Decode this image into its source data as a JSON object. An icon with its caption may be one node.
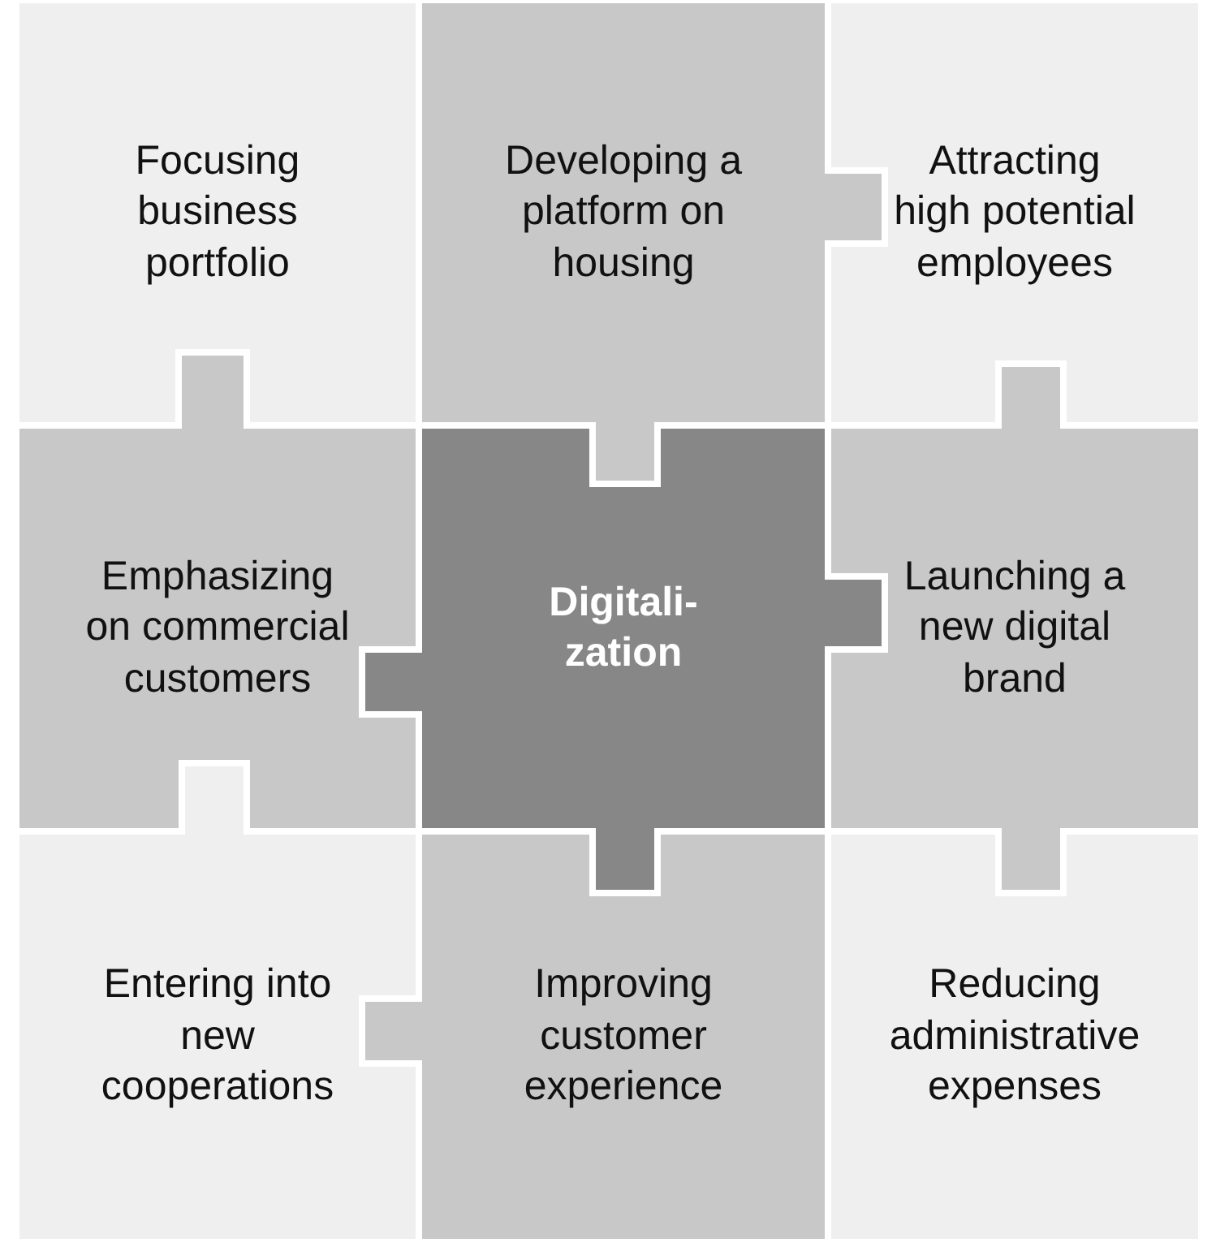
{
  "diagram": {
    "nodes": [
      {
        "text": [
          "Focusing business portfolio"
        ]
      },
      {
        "text": [
          "Developing a platform on housing"
        ]
      },
      {
        "text": [
          "Attracting high potential employees"
        ]
      },
      {
        "text": [
          "Emphasizing on commercial customers"
        ]
      },
      {
        "text": [
          "Digitali- zation"
        ]
      },
      {
        "text": [
          "Launching a new digital brand"
        ]
      },
      {
        "text": [
          "Entering into new cooperations"
        ]
      },
      {
        "text": [
          "Improving customer experience"
        ]
      },
      {
        "text": [
          "Reducing administrative expenses"
        ]
      }
    ]
  }
}
